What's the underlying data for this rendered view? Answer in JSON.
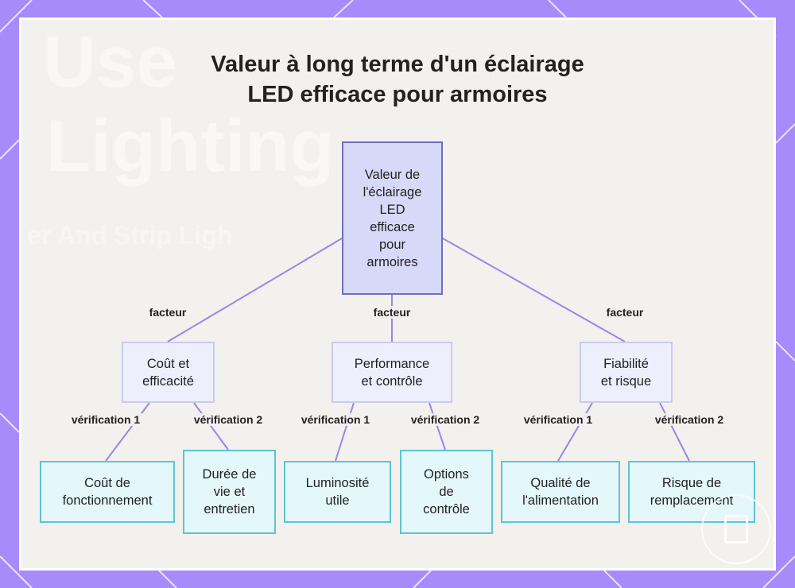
{
  "title_lines": [
    "Valeur à long terme d'un éclairage",
    "LED efficace pour armoires"
  ],
  "background_text": [
    "Use",
    "Lighting",
    "er And Strip Ligh"
  ],
  "colors": {
    "frame": "#a78bfa",
    "line": "#9b85e6",
    "root_fill": "#d6d9f7",
    "root_border": "#6d6ec4",
    "mid_fill": "#eeeffc",
    "leaf_fill": "#e4f7fa",
    "leaf_border": "#5ec3d3"
  },
  "root": {
    "lines": [
      "Valeur de",
      "l'éclairage",
      "LED",
      "efficace",
      "pour",
      "armoires"
    ]
  },
  "factors": [
    {
      "edge_label": "facteur",
      "lines": [
        "Coût et",
        "efficacité"
      ],
      "children": [
        {
          "edge_label": "vérification 1",
          "lines": [
            "Coût de",
            "fonctionnement"
          ]
        },
        {
          "edge_label": "vérification 2",
          "lines": [
            "Durée de",
            "vie et",
            "entretien"
          ]
        }
      ]
    },
    {
      "edge_label": "facteur",
      "lines": [
        "Performance",
        "et contrôle"
      ],
      "children": [
        {
          "edge_label": "vérification 1",
          "lines": [
            "Luminosité",
            "utile"
          ]
        },
        {
          "edge_label": "vérification 2",
          "lines": [
            "Options",
            "de",
            "contrôle"
          ]
        }
      ]
    },
    {
      "edge_label": "facteur",
      "lines": [
        "Fiabilité",
        "et risque"
      ],
      "children": [
        {
          "edge_label": "vérification 1",
          "lines": [
            "Qualité de",
            "l'alimentation"
          ]
        },
        {
          "edge_label": "vérification 2",
          "lines": [
            "Risque de",
            "remplacement"
          ]
        }
      ]
    }
  ]
}
